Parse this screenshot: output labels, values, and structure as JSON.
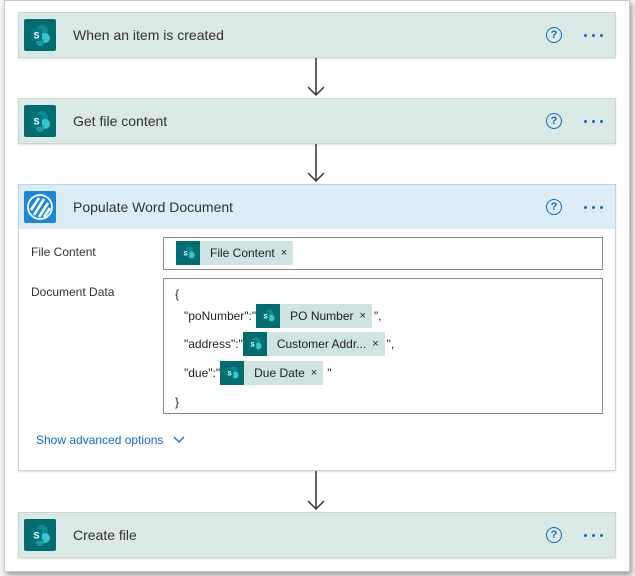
{
  "steps": [
    {
      "title": "When an item is created",
      "icon": "sharepoint-icon"
    },
    {
      "title": "Get file content",
      "icon": "sharepoint-icon"
    },
    {
      "title": "Populate Word Document",
      "icon": "encodian-icon"
    },
    {
      "title": "Create file",
      "icon": "sharepoint-icon"
    }
  ],
  "help_glyph": "?",
  "action": {
    "file_content_label": "File Content",
    "file_content_token": "File Content",
    "document_data_label": "Document Data",
    "open_brace": "{",
    "close_brace": "}",
    "lines": [
      {
        "key": "\"poNumber\":\"",
        "token": "PO Number",
        "suffix": "\","
      },
      {
        "key": "\"address\":\"",
        "token": "Customer Addr...",
        "suffix": "\","
      },
      {
        "key": "\"due\":\"",
        "token": "Due Date",
        "suffix": "\""
      }
    ],
    "advanced": "Show advanced options"
  },
  "remove_glyph": "×",
  "colors": {
    "sharepoint": "#036c70",
    "encodian": "#1a88d6",
    "link": "#0f6cbd",
    "collapsed_header": "#dae8e6",
    "expanded_header": "#dcedf8"
  }
}
